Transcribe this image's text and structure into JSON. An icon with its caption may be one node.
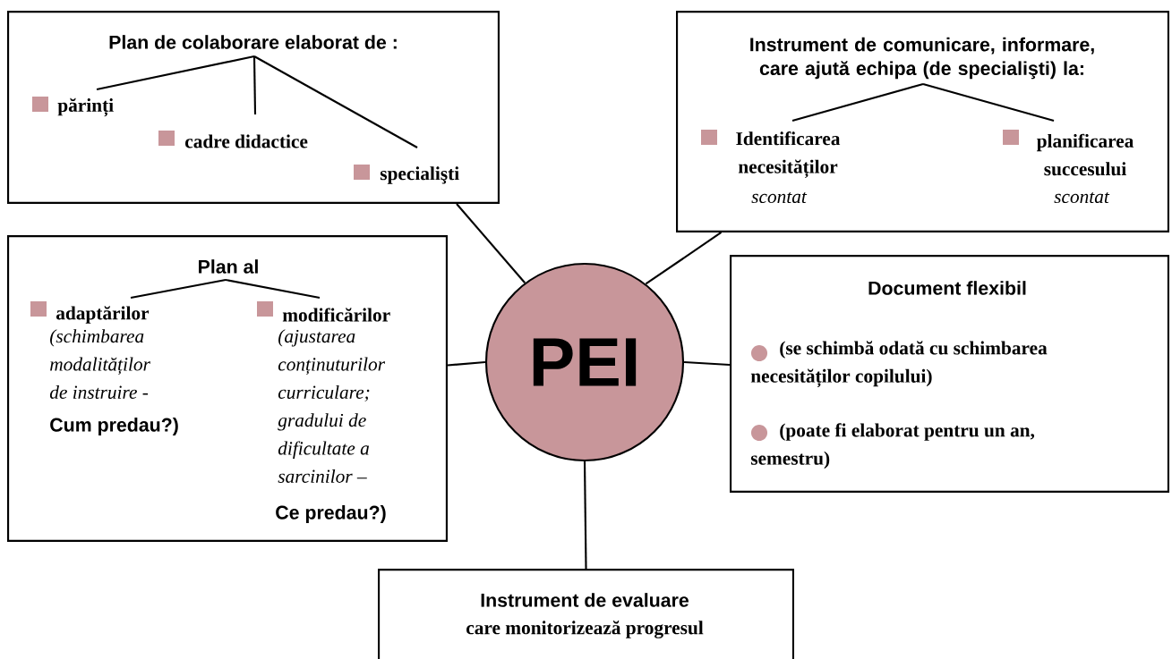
{
  "diagram": {
    "nodes": [
      {
        "text": [
          "PEI"
        ]
      },
      {
        "text": [
          "Plan de colaborare elaborat de :",
          "părinți",
          "cadre didactice",
          "specialişti"
        ]
      },
      {
        "text": [
          "Instrument de comunicare, informare, care ajută echipa (de specialişti) la:",
          "Identificarea necesităților",
          "scontat",
          "planificarea succesului",
          "scontat"
        ]
      },
      {
        "text": [
          "Plan al",
          "adaptărilor",
          "(schimbarea modalităților de instruire -",
          "Cum predau?)",
          "modificărilor",
          "(ajustarea conținuturilor curriculare; gradului de dificultate a sarcinilor –",
          "Ce predau?)"
        ]
      },
      {
        "text": [
          "Document flexibil",
          "(se schimbă odată cu schimbarea necesităților copilului)",
          "(poate fi elaborat pentru un an, semestru)"
        ]
      },
      {
        "text": [
          "Instrument de evaluare",
          "care monitorizează progresul"
        ]
      }
    ],
    "edges": [
      {
        "from": 0,
        "to": 1,
        "arrow": "none"
      },
      {
        "from": 0,
        "to": 2,
        "arrow": "none"
      },
      {
        "from": 0,
        "to": 3,
        "arrow": "none"
      },
      {
        "from": 0,
        "to": 4,
        "arrow": "none"
      },
      {
        "from": 0,
        "to": 5,
        "arrow": "none"
      }
    ]
  }
}
